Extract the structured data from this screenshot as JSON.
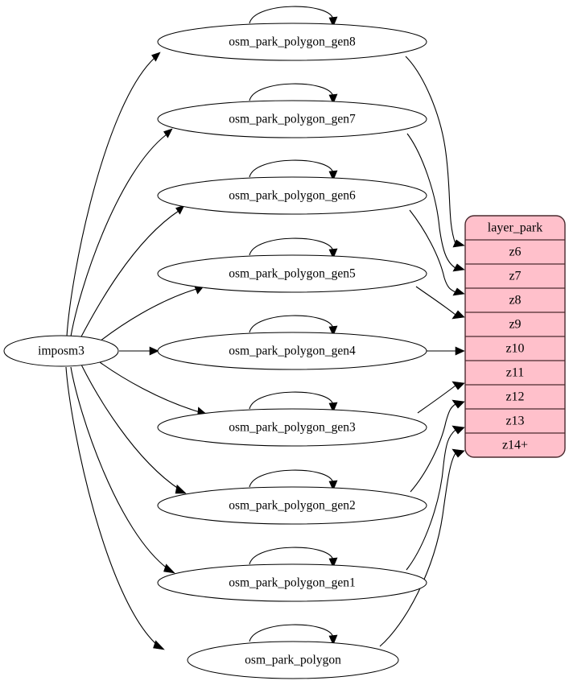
{
  "diagram": {
    "type": "graphviz-digraph",
    "background_color": "#ffffff",
    "source_node": {
      "id": "imposm3",
      "label": "imposm3",
      "shape": "ellipse"
    },
    "table_node": {
      "id": "layer_park",
      "header": "layer_park",
      "fill_color": "#ffc0cb",
      "border_color": "#4a2a2f",
      "rows": [
        {
          "id": "z6",
          "label": "z6"
        },
        {
          "id": "z7",
          "label": "z7"
        },
        {
          "id": "z8",
          "label": "z8"
        },
        {
          "id": "z9",
          "label": "z9"
        },
        {
          "id": "z10",
          "label": "z10"
        },
        {
          "id": "z11",
          "label": "z11"
        },
        {
          "id": "z12",
          "label": "z12"
        },
        {
          "id": "z13",
          "label": "z13"
        },
        {
          "id": "z14",
          "label": "z14+"
        }
      ]
    },
    "table_nodes": [
      {
        "id": "osm_park_polygon_gen8",
        "label": "osm_park_polygon_gen8",
        "shape": "ellipse",
        "self_loop": true,
        "target_row": "z6"
      },
      {
        "id": "osm_park_polygon_gen7",
        "label": "osm_park_polygon_gen7",
        "shape": "ellipse",
        "self_loop": true,
        "target_row": "z7"
      },
      {
        "id": "osm_park_polygon_gen6",
        "label": "osm_park_polygon_gen6",
        "shape": "ellipse",
        "self_loop": true,
        "target_row": "z8"
      },
      {
        "id": "osm_park_polygon_gen5",
        "label": "osm_park_polygon_gen5",
        "shape": "ellipse",
        "self_loop": true,
        "target_row": "z9"
      },
      {
        "id": "osm_park_polygon_gen4",
        "label": "osm_park_polygon_gen4",
        "shape": "ellipse",
        "self_loop": true,
        "target_row": "z10"
      },
      {
        "id": "osm_park_polygon_gen3",
        "label": "osm_park_polygon_gen3",
        "shape": "ellipse",
        "self_loop": true,
        "target_row": "z11"
      },
      {
        "id": "osm_park_polygon_gen2",
        "label": "osm_park_polygon_gen2",
        "shape": "ellipse",
        "self_loop": true,
        "target_row": "z12"
      },
      {
        "id": "osm_park_polygon_gen1",
        "label": "osm_park_polygon_gen1",
        "shape": "ellipse",
        "self_loop": true,
        "target_row": "z13"
      },
      {
        "id": "osm_park_polygon",
        "label": "osm_park_polygon",
        "shape": "ellipse",
        "self_loop": true,
        "target_row": "z14"
      }
    ],
    "edges_from_source": [
      {
        "from": "imposm3",
        "to": "osm_park_polygon_gen8"
      },
      {
        "from": "imposm3",
        "to": "osm_park_polygon_gen7"
      },
      {
        "from": "imposm3",
        "to": "osm_park_polygon_gen6"
      },
      {
        "from": "imposm3",
        "to": "osm_park_polygon_gen5"
      },
      {
        "from": "imposm3",
        "to": "osm_park_polygon_gen4"
      },
      {
        "from": "imposm3",
        "to": "osm_park_polygon_gen3"
      },
      {
        "from": "imposm3",
        "to": "osm_park_polygon_gen2"
      },
      {
        "from": "imposm3",
        "to": "osm_park_polygon_gen1"
      },
      {
        "from": "imposm3",
        "to": "osm_park_polygon"
      }
    ]
  }
}
